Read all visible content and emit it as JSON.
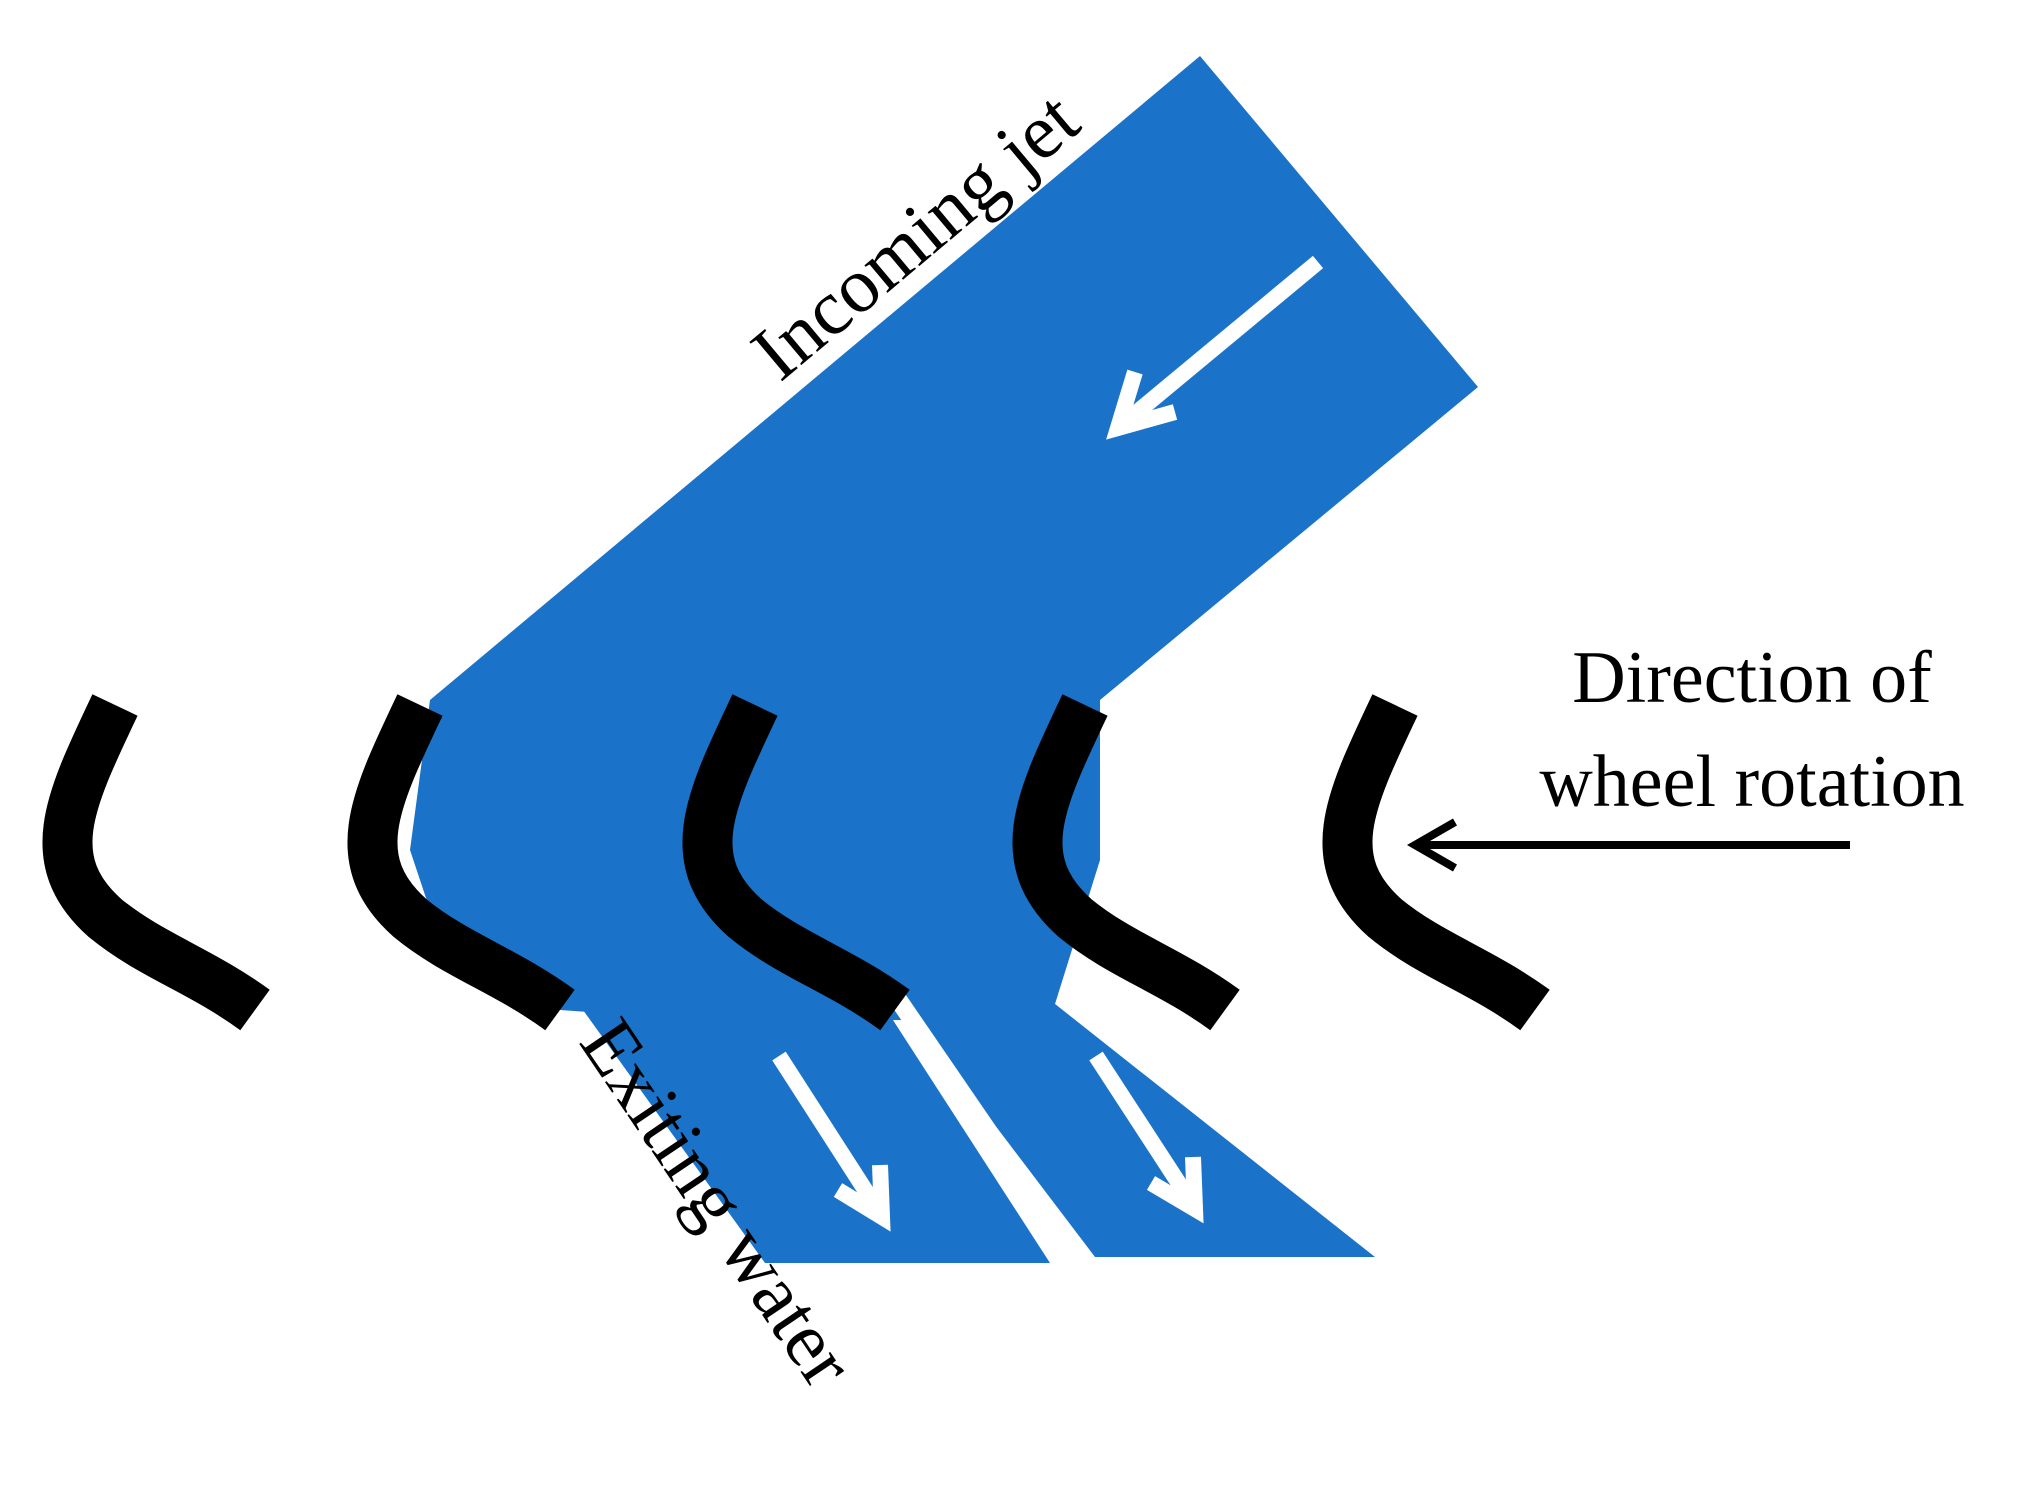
{
  "labels": {
    "incoming": "Incoming jet",
    "exiting": "Exiting water",
    "direction_line1": "Direction of",
    "direction_line2": "wheel rotation"
  },
  "colors": {
    "water": "#1a73c9",
    "bucket": "#000000",
    "flow_arrow": "#ffffff",
    "background": "#ffffff"
  },
  "bucket_count": 5
}
